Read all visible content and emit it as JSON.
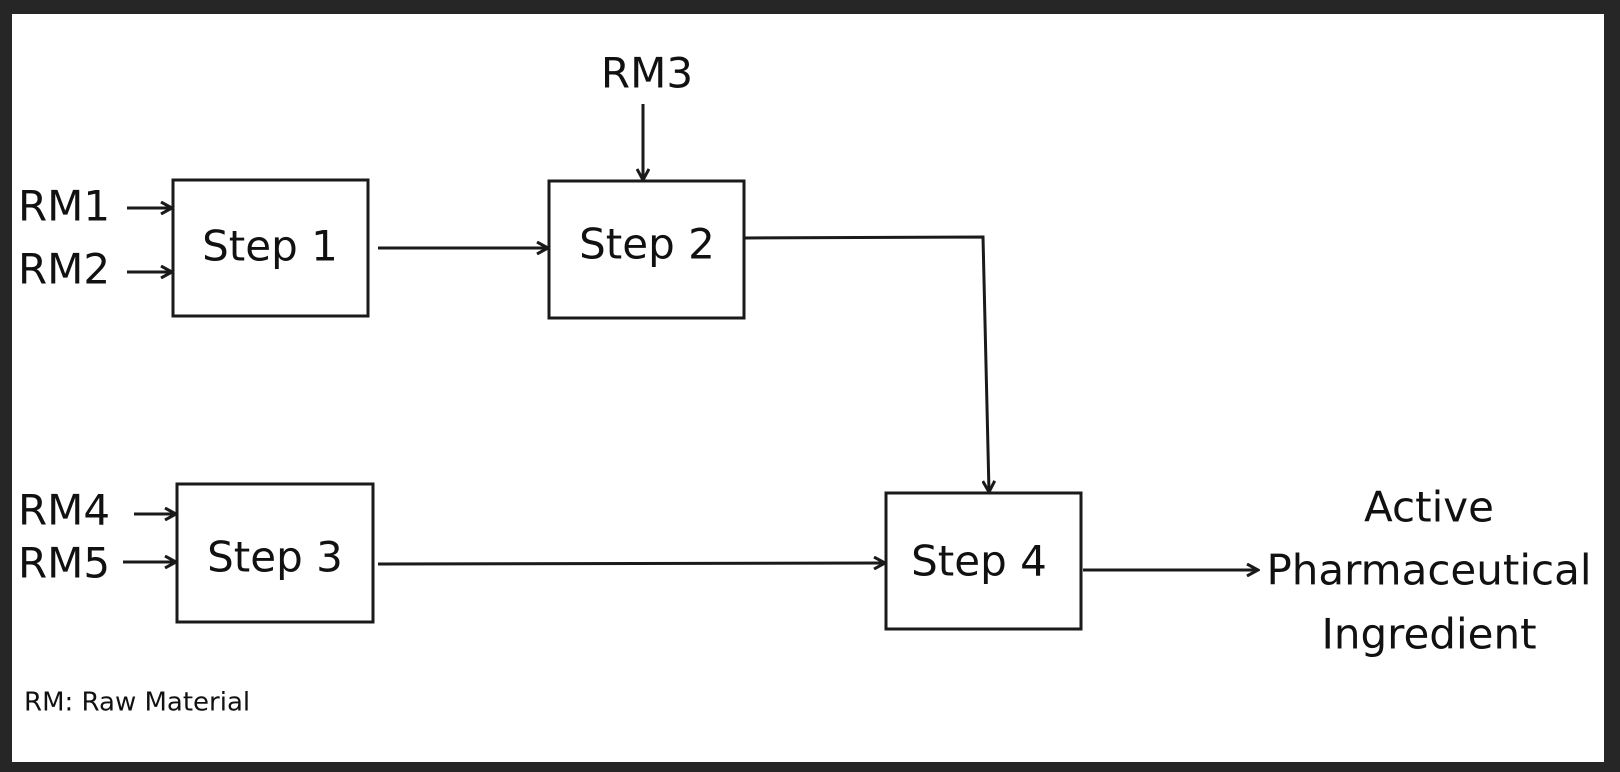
{
  "diagram": {
    "background": "#ffffff",
    "frame_color": "#262626",
    "line_color": "#1a1a1a",
    "steps": [
      {
        "id": "step1",
        "label": "Step 1"
      },
      {
        "id": "step2",
        "label": "Step 2"
      },
      {
        "id": "step3",
        "label": "Step 3"
      },
      {
        "id": "step4",
        "label": "Step 4"
      }
    ],
    "raw_materials": [
      {
        "id": "rm1",
        "label": "RM1",
        "feeds": "step1"
      },
      {
        "id": "rm2",
        "label": "RM2",
        "feeds": "step1"
      },
      {
        "id": "rm3",
        "label": "RM3",
        "feeds": "step2"
      },
      {
        "id": "rm4",
        "label": "RM4",
        "feeds": "step3"
      },
      {
        "id": "rm5",
        "label": "RM5",
        "feeds": "step3"
      }
    ],
    "output": {
      "lines": [
        "Active",
        "Pharmaceutical",
        "Ingredient"
      ]
    },
    "flows": [
      {
        "from": "step1",
        "to": "step2"
      },
      {
        "from": "step2",
        "to": "step4"
      },
      {
        "from": "step3",
        "to": "step4"
      },
      {
        "from": "step4",
        "to": "output"
      }
    ],
    "note": "RM: Raw Material"
  }
}
